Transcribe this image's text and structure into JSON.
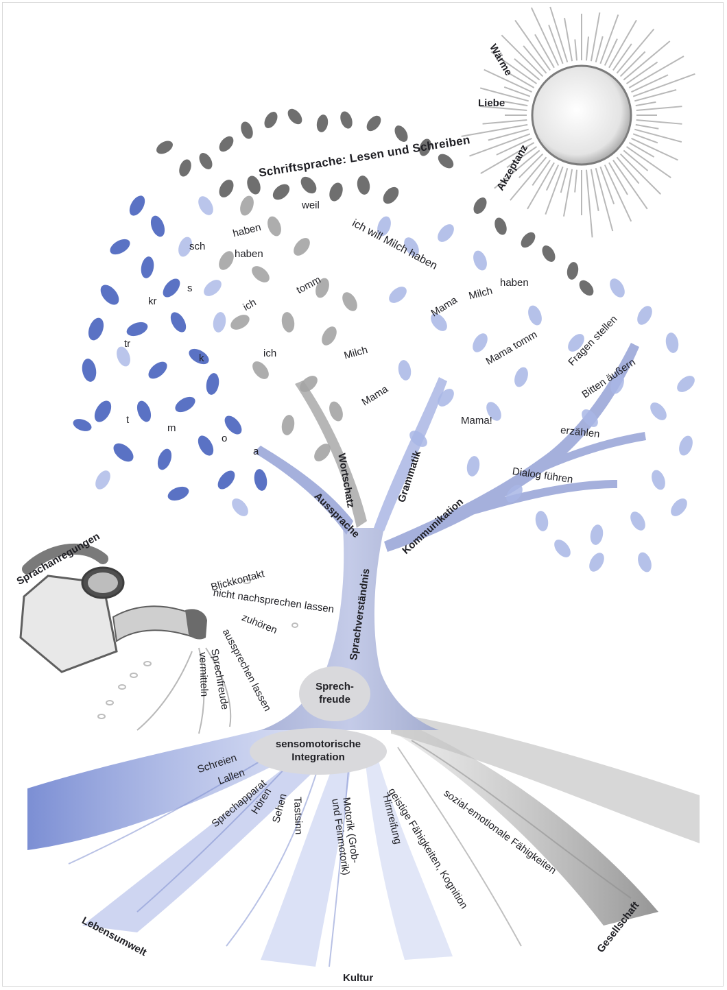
{
  "sun_labels": [
    "Wärme",
    "Liebe",
    "Akzeptanz"
  ],
  "crown_title": "Schriftsprache: Lesen und Schreiben",
  "sounds": [
    "sch",
    "s",
    "kr",
    "tr",
    "k",
    "t",
    "m",
    "o",
    "a"
  ],
  "words": [
    "haben",
    "haben",
    "weil",
    "ich",
    "tomm",
    "ich",
    "Milch",
    "Mama"
  ],
  "sentences": [
    "ich will Milch haben",
    "Mama",
    "Milch",
    "haben",
    "Mama tomm",
    "Mama!"
  ],
  "communication": [
    "Fragen stellen",
    "Bitten äußern",
    "erzählen",
    "Dialog führen"
  ],
  "branches": [
    "Aussprache",
    "Wortschatz",
    "Grammatik",
    "Kommunikation"
  ],
  "trunk": "Sprachverständnis",
  "watering_can": "Sprachanregungen",
  "stimuli": [
    "Blickkontakt",
    "nicht nachsprechen lassen",
    "zuhören",
    "aussprechen lassen",
    "Sprechfreude",
    "vermitteln"
  ],
  "sprechfreude": [
    "Sprech-",
    "freude"
  ],
  "integration": [
    "sensomotorische",
    "Integration"
  ],
  "roots": [
    "Schreien",
    "Lallen",
    "Sprechapparat",
    "Hören",
    "Sehen",
    "Tastsinn",
    "Motorik (Grob-",
    "und Feinmotorik)",
    "Hirnreifung",
    "geistige Fähigkeiten, Kognition",
    "sozial-emotionale Fähigkeiten"
  ],
  "ground": [
    "Lebensumwelt",
    "Kultur",
    "Gesellschaft"
  ],
  "colors": {
    "blue_dark": "#5a72c4",
    "blue_light": "#a9b7e6",
    "grey_dark": "#5d5d5d",
    "grey_light": "#b5b5b5",
    "ellipse": "#d9d9dc"
  }
}
